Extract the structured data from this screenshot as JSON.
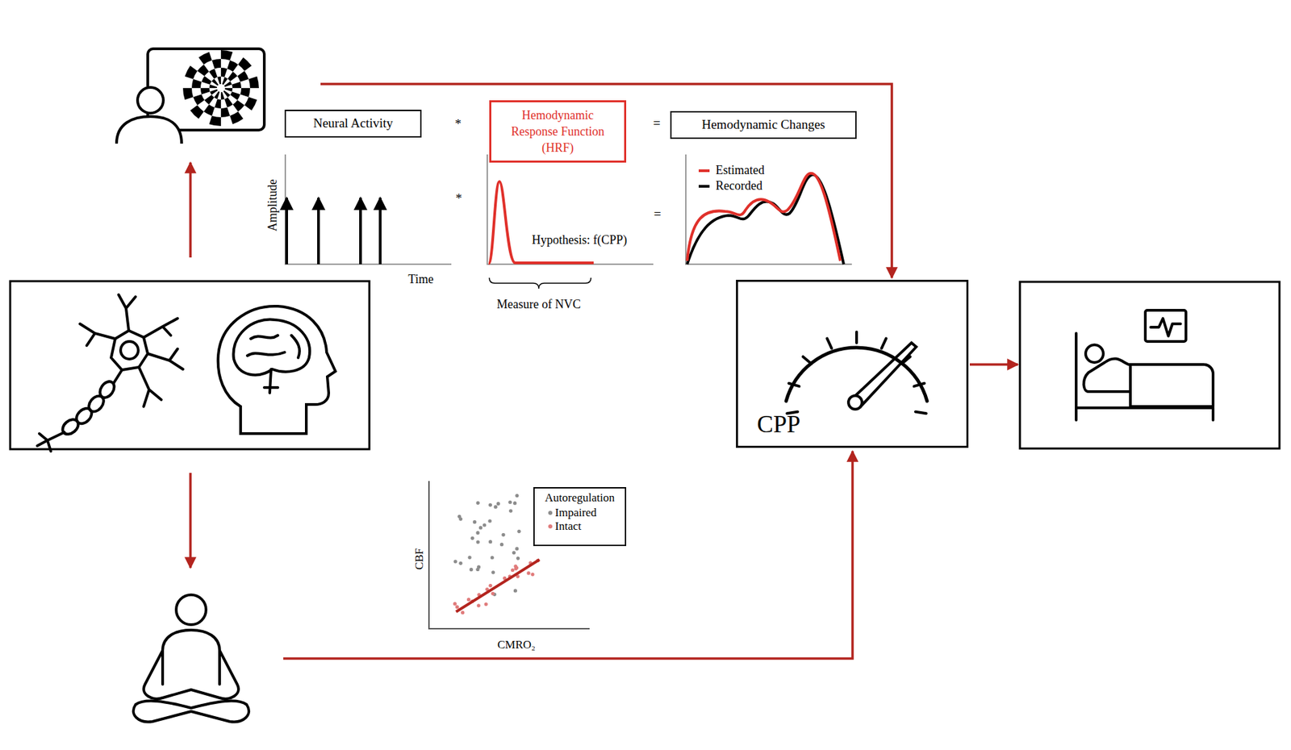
{
  "diagram": {
    "nodes": [
      {
        "text": [
          "Neural Activity"
        ]
      },
      {
        "text": [
          "Hemodynamic Response Function (HRF)"
        ]
      },
      {
        "text": [
          "Hemodynamic Changes"
        ]
      },
      {
        "text": [
          "CPP"
        ]
      },
      {
        "text": [
          "Autoregulation"
        ]
      }
    ],
    "labels": [
      "*",
      "=",
      "Amplitude",
      "Time",
      "*",
      "Hypothesis: f(CPP)",
      "=",
      "Measure of NVC",
      "CBF",
      "CMRO₂"
    ],
    "legend": [
      {
        "text": "Estimated"
      },
      {
        "text": "Recorded"
      },
      {
        "text": "Impaired",
        "color": "#8c8c8c"
      },
      {
        "text": "Intact",
        "color": "#e07b7b"
      }
    ]
  }
}
